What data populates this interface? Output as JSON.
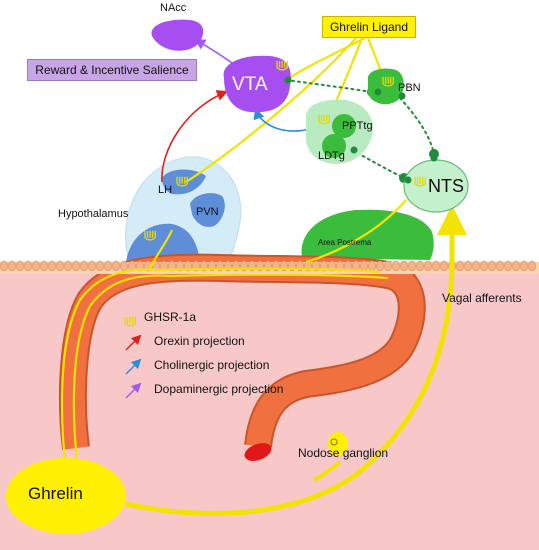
{
  "nodes": {
    "nacc": "NAcc",
    "vta": "VTA",
    "pbn": "PBN",
    "pptg": "PPTtg",
    "ldtg": "LDTg",
    "nts": "NTS",
    "lh": "LH",
    "pvn": "PVN",
    "hypothalamus": "Hypothalamus",
    "area_postrema": "Area Postrema",
    "nodose_ganglion": "Nodose ganglion",
    "ghrelin": "Ghrelin"
  },
  "callouts": {
    "ghrelin_ligand": "Ghrelin Ligand",
    "reward": "Reward & Incentive Salience",
    "vagal_afferents": "Vagal afferents"
  },
  "legend": [
    {
      "label": "GHSR-1a",
      "icon": "receptor-icon",
      "color": "#e8d800"
    },
    {
      "label": "Orexin projection",
      "icon": "arrow-icon",
      "color": "#e0201a"
    },
    {
      "label": "Cholinergic projection",
      "icon": "arrow-icon",
      "color": "#2a8fd8"
    },
    {
      "label": "Dopaminergic projection",
      "icon": "arrow-icon",
      "color": "#a05cf0"
    }
  ],
  "colors": {
    "vta": "#a64ef0",
    "nacc": "#a64ef0",
    "reward_box": "#c8a6e6",
    "ghrelin_ligand_box": "#fff200",
    "green_dark": "#3cbc3c",
    "green_light": "#b8ecc0",
    "nts": "#c4f0cc",
    "hypothalamus": "#d4ecf8",
    "hypo_nucleus": "#5e8ed8",
    "gut_lumen": "#f8c8c8",
    "intestine": "#f07040",
    "ghrelin": "#ffef00",
    "yellow_path": "#f2e400",
    "orexin": "#e0201a",
    "cholinergic": "#2a8fd8",
    "dopaminergic": "#a05cf0",
    "dotted": "#1e8c3a"
  }
}
